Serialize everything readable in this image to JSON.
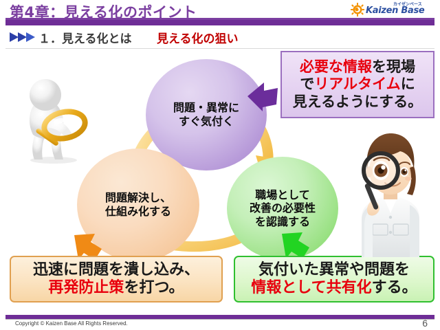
{
  "slide": {
    "chapter_title": "第4章：見える化のポイント",
    "section_number": "１．見える化とは",
    "section_highlight": "見える化の狙い",
    "page_number": "6",
    "copyright": "Copyright ©  Kaizen Base  All Rights Reserved."
  },
  "logo": {
    "name": "Kaizen Base",
    "kana": "カイゼンベース"
  },
  "cycle": {
    "purple": {
      "line1": "問題・異常に",
      "line2": "すぐ気付く",
      "color": "#b79ad9"
    },
    "green": {
      "line1": "職場として",
      "line2": "改善の必要性",
      "line3": "を認識する",
      "color": "#96e07f"
    },
    "orange": {
      "line1": "問題解決し、",
      "line2": "仕組み化する",
      "color": "#f6c89c"
    },
    "arrow_color": "#F6C95A"
  },
  "callouts": {
    "purple": {
      "line1_a": "必要な情報",
      "line1_b": "を現場",
      "line2_a": "で",
      "line2_b": "リアルタイム",
      "line2_c": "に",
      "line3": "見えるようにする。",
      "border_color": "#9B6FBF",
      "accent_color": "#E8000D"
    },
    "orange": {
      "line1": "迅速に問題を潰し込み、",
      "line2_a": "再発防止策",
      "line2_b": "を打つ。",
      "border_color": "#E0A050",
      "accent_color": "#E8000D"
    },
    "green": {
      "line1": "気付いた異常や問題を",
      "line2_a": "情報として共有化",
      "line2_b": "する。",
      "border_color": "#2FBF2F",
      "accent_color": "#E8000D"
    }
  },
  "theme": {
    "purple_bar": "#6E2D96",
    "title_purple": "#7B3FA0",
    "section_red": "#C00000",
    "section_dark": "#3B3B3B",
    "arrow_blue": "#2B3FA8"
  }
}
